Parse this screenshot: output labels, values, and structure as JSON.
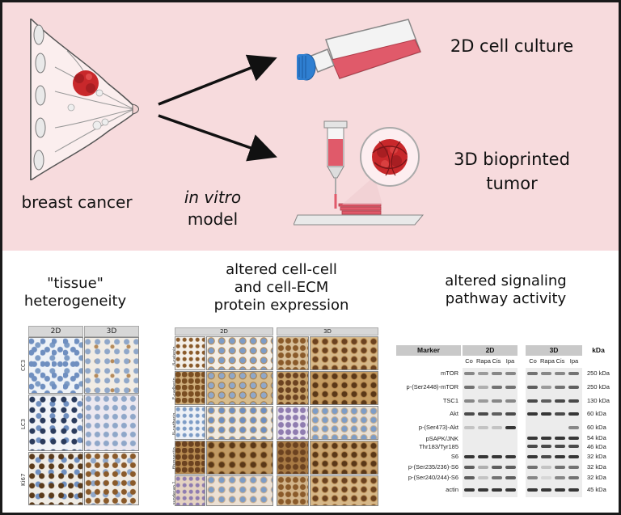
{
  "top": {
    "source_label": "breast cancer",
    "middle_label_italic": "in vitro",
    "middle_label_plain": "model",
    "branch_2d": "2D cell culture",
    "branch_3d_line1": "3D bioprinted",
    "branch_3d_line2": "tumor"
  },
  "panels": {
    "heterogeneity": {
      "title_line1": "\"tissue\"",
      "title_line2": "heterogeneity",
      "col_headers": [
        "2D",
        "3D"
      ],
      "row_labels": [
        "CC3",
        "LC3",
        "Ki67"
      ]
    },
    "adhesion": {
      "title_line1": "altered cell-cell",
      "title_line2": "and cell-ECM",
      "title_line3": "protein expression",
      "col_headers": [
        "2D",
        "3D"
      ],
      "row_labels": [
        "β-catenin",
        "E-cadherin",
        "N-cadherin",
        "fibronectin",
        "syndecan 1"
      ]
    },
    "signaling": {
      "title_line1": "altered signaling",
      "title_line2": "pathway activity"
    }
  },
  "western_blot": {
    "marker_header": "Marker",
    "group_2d": "2D",
    "group_3d": "3D",
    "kda_header": "kDa",
    "conditions": [
      "Co",
      "Rapa",
      "Cis",
      "Ipa"
    ],
    "rows": [
      {
        "marker": "mTOR",
        "kda": "250 kDa"
      },
      {
        "marker": "p-(Ser2448)-mTOR",
        "kda": "250 kDa"
      },
      {
        "marker": "TSC1",
        "kda": "130 kDa"
      },
      {
        "marker": "Akt",
        "kda": "60 kDa"
      },
      {
        "marker": "p-(Ser473)-Akt",
        "kda": "60 kDa"
      },
      {
        "marker": "pSAPK/JNK",
        "kda": "54 kDa"
      },
      {
        "marker": "Thr183/Tyr185",
        "kda": "46 kDa"
      },
      {
        "marker": "S6",
        "kda": "32 kDa"
      },
      {
        "marker": "p-(Ser235/236)-S6",
        "kda": "32 kDa"
      },
      {
        "marker": "p-(Ser240/244)-S6",
        "kda": "32 kDa"
      },
      {
        "marker": "actin",
        "kda": "45 kDa"
      }
    ]
  },
  "colors": {
    "top_background": "#f7dbdd",
    "frame": "#1a1a1a",
    "flask_cap": "#2f7fd1",
    "media_red": "#e05a6a",
    "tumor_red": "#c8282b",
    "ihc_blue": "#7d9cc6",
    "ihc_brown": "#8a5a2a"
  }
}
